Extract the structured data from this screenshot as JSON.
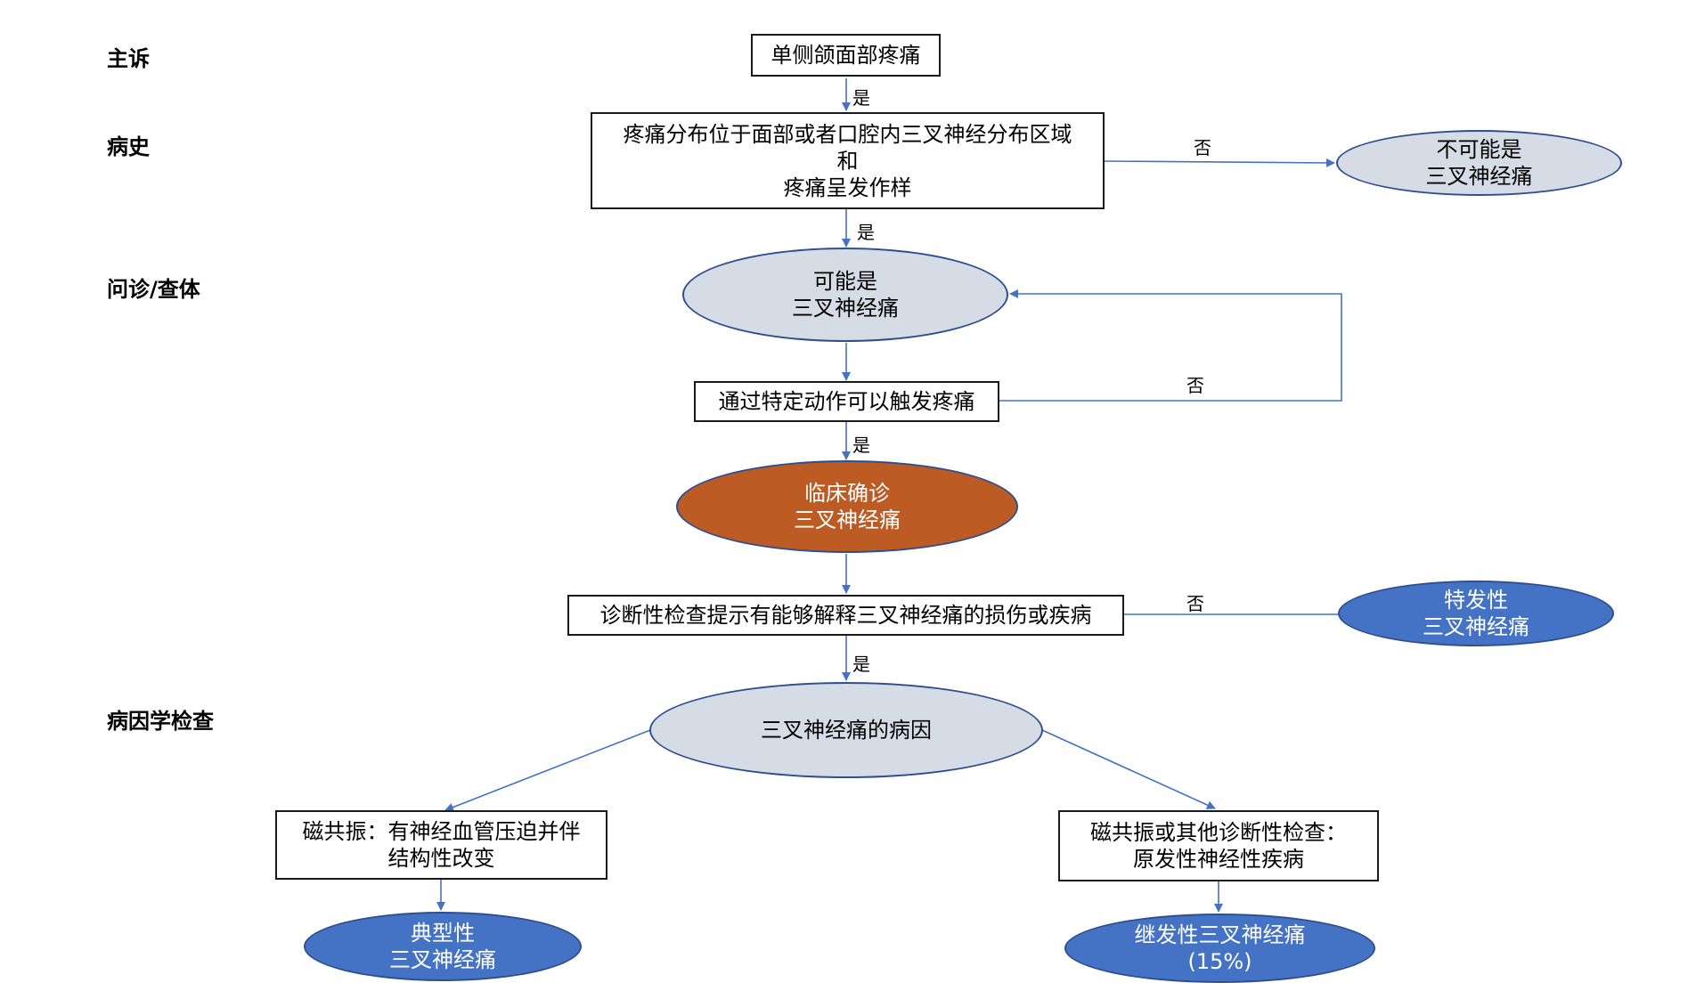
{
  "stages": {
    "chief_complaint": "主诉",
    "history": "病史",
    "exam": "问诊/查体",
    "etiology": "病因学检查"
  },
  "nodes": {
    "unilateral_pain": [
      "单侧颌面部疼痛"
    ],
    "distribution": [
      "疼痛分布位于面部或者口腔内三叉神经分布区域",
      "和",
      "疼痛呈发作样"
    ],
    "not_tn": [
      "不可能是",
      "三叉神经痛"
    ],
    "possible_tn": [
      "可能是",
      "三叉神经痛"
    ],
    "trigger": [
      "通过特定动作可以触发疼痛"
    ],
    "clinical_dx": [
      "临床确诊",
      "三叉神经痛"
    ],
    "diagnostic_test": [
      "诊断性检查提示有能够解释三叉神经痛的损伤或疾病"
    ],
    "idiopathic": [
      "特发性",
      "三叉神经痛"
    ],
    "etiology": [
      "三叉神经痛的病因"
    ],
    "mri_compression": [
      "磁共振：有神经血管压迫并伴",
      "结构性改变"
    ],
    "mri_other": [
      "磁共振或其他诊断性检查：",
      "原发性神经性疾病"
    ],
    "classic": [
      "典型性",
      "三叉神经痛"
    ],
    "secondary": [
      "继发性三叉神经痛",
      "(15%)"
    ]
  },
  "edge_labels": {
    "yes": "是",
    "no": "否"
  },
  "colors": {
    "connector": "#4472c4",
    "grey_fill": "#d6dce5",
    "orange_fill": "#bd5b25",
    "blue_fill": "#4472c4"
  }
}
